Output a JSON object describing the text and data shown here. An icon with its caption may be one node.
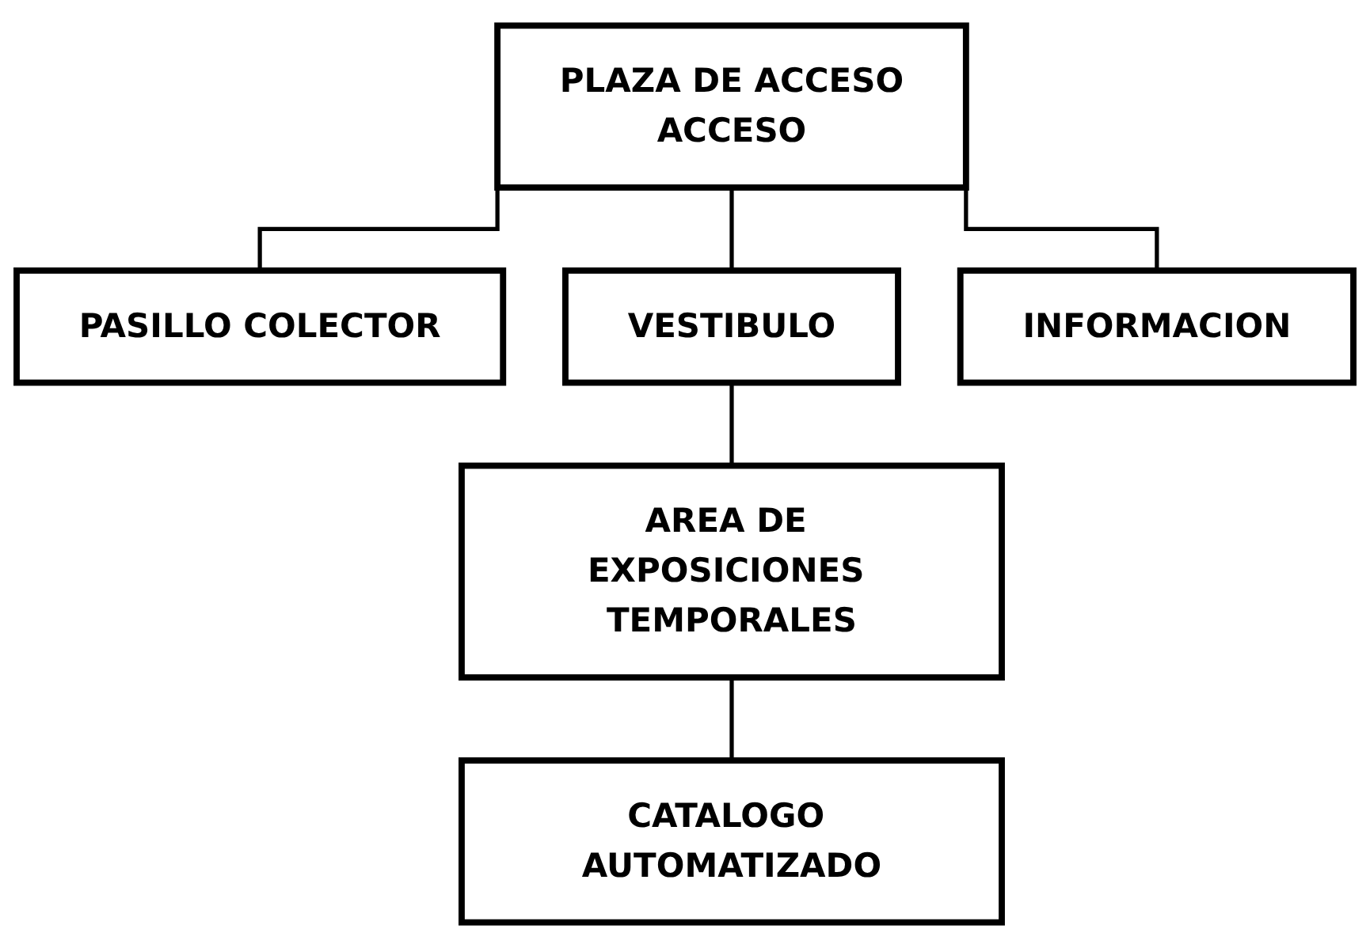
{
  "diagram": {
    "nodes": [
      {
        "text": [
          "PLAZA DE ACCESO",
          "ACCESO"
        ]
      },
      {
        "text": [
          "PASILLO COLECTOR"
        ]
      },
      {
        "text": [
          "VESTIBULO"
        ]
      },
      {
        "text": [
          "INFORMACION"
        ]
      },
      {
        "text": [
          "AREA DE EXPOSICIONES TEMPORALES"
        ]
      },
      {
        "text": [
          "CATALOGO AUTOMATIZADO"
        ]
      }
    ],
    "edges": [
      {
        "from": 0,
        "to": 1,
        "arrow": "none"
      },
      {
        "from": 0,
        "to": 2,
        "arrow": "none"
      },
      {
        "from": 0,
        "to": 3,
        "arrow": "none"
      },
      {
        "from": 2,
        "to": 4,
        "arrow": "none"
      },
      {
        "from": 4,
        "to": 5,
        "arrow": "none"
      }
    ]
  }
}
